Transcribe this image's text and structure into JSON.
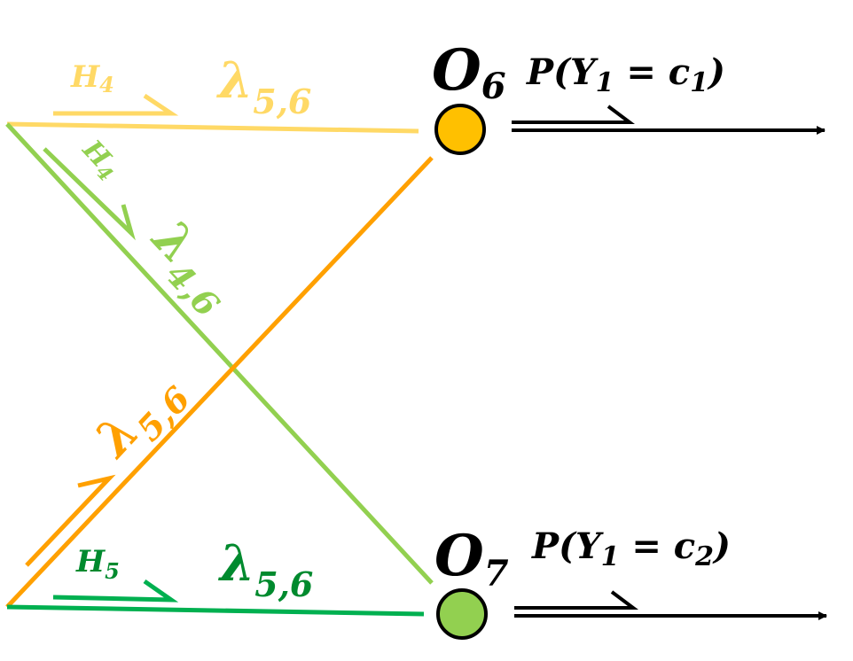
{
  "colors": {
    "yellow": "#FFD966",
    "light_green": "#92D050",
    "orange": "#FFA000",
    "dark_green": "#00B050",
    "label_dark_green": "#008A2E",
    "node_o6_fill": "#FFC000",
    "node_o7_fill": "#92D050",
    "black": "#000000"
  },
  "nodes": {
    "o6": {
      "letter": "O",
      "sub": "6"
    },
    "o7": {
      "letter": "O",
      "sub": "7"
    }
  },
  "outputs": {
    "o6": {
      "pre": "P(Y",
      "sub": "1",
      "mid": " = c",
      "sub2": "1",
      "post": ")"
    },
    "o7": {
      "pre": "P(Y",
      "sub": "1",
      "mid": " = c",
      "sub2": "2",
      "post": ")"
    }
  },
  "edges": {
    "top_yellow": {
      "h_letter": "H",
      "h_sub": "4",
      "w_letter": "λ",
      "w_sub": "5,6"
    },
    "diag_green": {
      "h_letter": "H",
      "h_sub": "4",
      "w_letter": "λ",
      "w_sub": "4,6"
    },
    "diag_orange": {
      "w_letter": "λ",
      "w_sub": "5,6"
    },
    "bottom_green": {
      "h_letter": "H",
      "h_sub": "5",
      "w_letter": "λ",
      "w_sub": "5,6"
    }
  }
}
